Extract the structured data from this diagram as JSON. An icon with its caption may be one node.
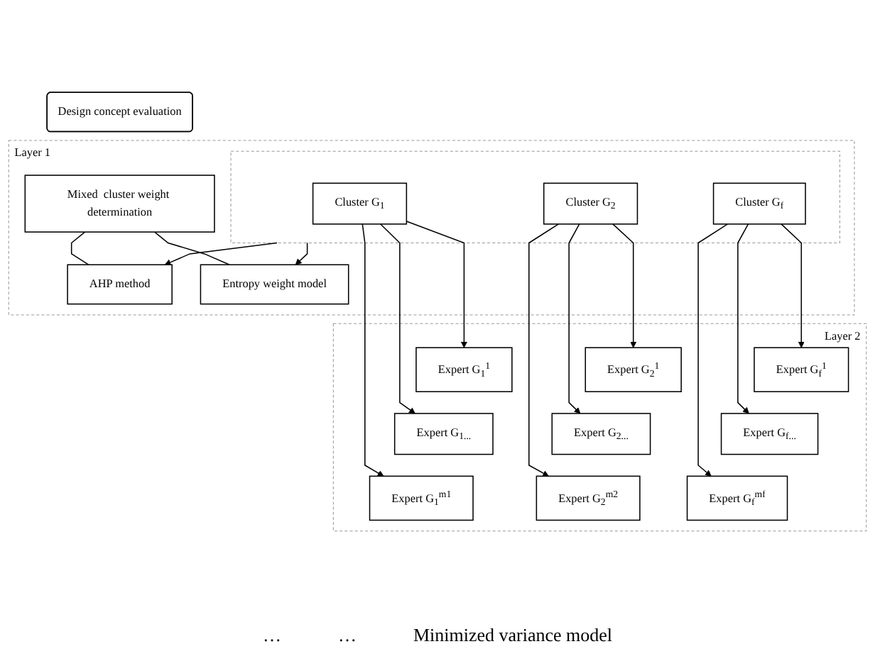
{
  "diagram": {
    "nodes": [
      {
        "text": [
          "Design concept evaluation"
        ]
      },
      {
        "text": [
          "Layer 1"
        ]
      },
      {
        "text": [
          "Mixed  cluster weight determination"
        ],
        "in": 1
      },
      {
        "text": [
          "AHP method"
        ],
        "in": 1
      },
      {
        "text": [
          "Entropy weight model"
        ],
        "in": 1
      },
      {
        "text": [],
        "shape": "box",
        "in": 1
      },
      {
        "text": [
          "Cluster G$_{1}$"
        ],
        "in": 5
      },
      {
        "text": [
          "Cluster G$_{2}$"
        ],
        "in": 5
      },
      {
        "text": [
          "Cluster G$_{f}$"
        ],
        "in": 5
      },
      {
        "text": [
          "Layer 2"
        ]
      },
      {
        "text": [
          "Expert G$_{1}$$^{1}$"
        ],
        "in": 9
      },
      {
        "text": [
          "Expert G$_{1...}$"
        ],
        "in": 9
      },
      {
        "text": [
          "Expert G$_{1}$$^{m1}$"
        ],
        "in": 9
      },
      {
        "text": [
          "Expert G$_{2}$$^{1}$"
        ],
        "in": 9
      },
      {
        "text": [
          "Expert G$_{2...}$"
        ],
        "in": 9
      },
      {
        "text": [
          "Expert G$_{2}$$^{m2}$"
        ],
        "in": 9
      },
      {
        "text": [
          "Expert G$_{f}$$^{1}$"
        ],
        "in": 9
      },
      {
        "text": [
          "Expert G$_{f...}$"
        ],
        "in": 9
      },
      {
        "text": [
          "Expert G$_{f}$$^{mf}$"
        ],
        "in": 9
      }
    ],
    "edges": [
      {
        "from": 2,
        "to": 3,
        "arrow": "none"
      },
      {
        "from": 2,
        "to": 4,
        "arrow": "none"
      },
      {
        "from": 5,
        "to": 3,
        "arrow": "to"
      },
      {
        "from": 5,
        "to": 4,
        "arrow": "to"
      },
      {
        "from": 6,
        "to": 10,
        "arrow": "to"
      },
      {
        "from": 6,
        "to": 11,
        "arrow": "to"
      },
      {
        "from": 6,
        "to": 12,
        "arrow": "to"
      },
      {
        "from": 7,
        "to": 13,
        "arrow": "to"
      },
      {
        "from": 7,
        "to": 14,
        "arrow": "to"
      },
      {
        "from": 7,
        "to": 15,
        "arrow": "to"
      },
      {
        "from": 8,
        "to": 16,
        "arrow": "to"
      },
      {
        "from": 8,
        "to": 17,
        "arrow": "to"
      },
      {
        "from": 8,
        "to": 18,
        "arrow": "to"
      }
    ],
    "labels": [
      "…",
      "…",
      "Minimized variance model"
    ]
  }
}
